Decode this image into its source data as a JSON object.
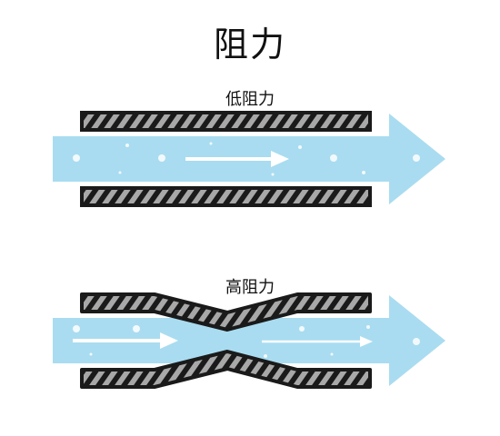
{
  "title": "阻力",
  "panels": [
    {
      "label": "低阻力",
      "kind": "low"
    },
    {
      "label": "高阻力",
      "kind": "high"
    }
  ],
  "colors": {
    "flow": "#a9dcf0",
    "flow_edge": "#8ccde8",
    "wall": "#1a1a1a",
    "hatch": "#a8a8a8",
    "arrow": "#ffffff",
    "background": "#ffffff"
  }
}
